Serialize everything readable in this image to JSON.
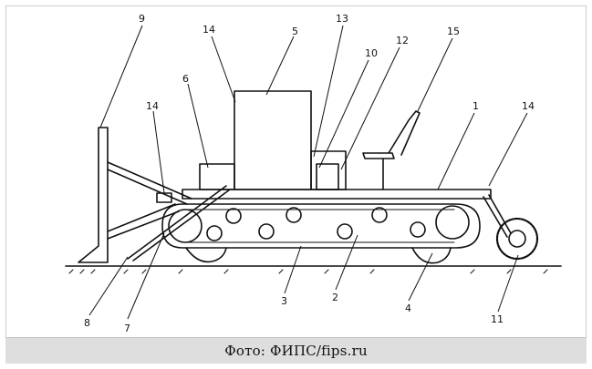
{
  "caption": "Фото: ФИПС/fips.ru",
  "labels": {
    "l1": "1",
    "l2": "2",
    "l3": "3",
    "l4": "4",
    "l5": "5",
    "l6": "6",
    "l7": "7",
    "l8": "8",
    "l9": "9",
    "l10": "10",
    "l11": "11",
    "l12": "12",
    "l13": "13",
    "l14a": "14",
    "l14b": "14",
    "l14c": "14",
    "l15": "15"
  }
}
